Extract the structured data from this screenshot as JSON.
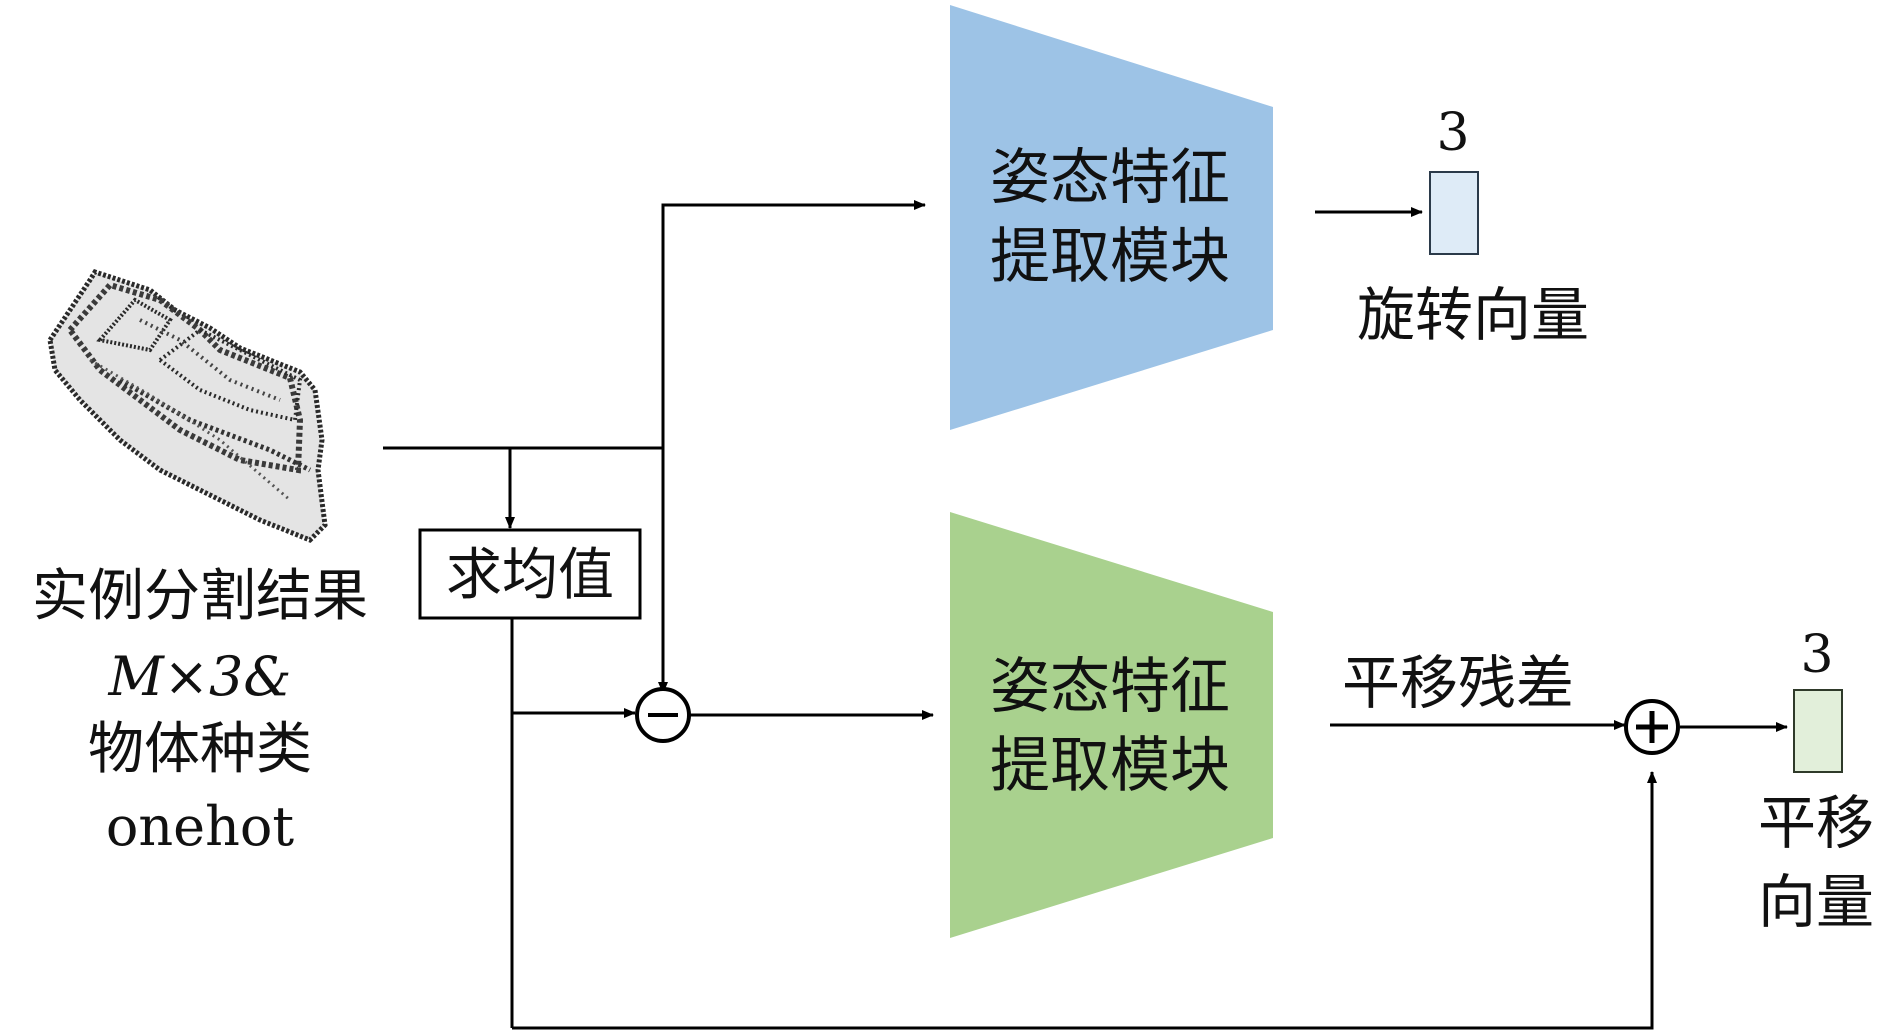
{
  "input": {
    "label_line1": "实例分割结果",
    "label_line2": "M×3&",
    "label_line3": "物体种类",
    "label_line4": "onehot"
  },
  "mean_box": {
    "label": "求均值"
  },
  "top_module": {
    "label_line1": "姿态特征",
    "label_line2": "提取模块",
    "color": "#9dc3e6"
  },
  "bottom_module": {
    "label_line1": "姿态特征",
    "label_line2": "提取模块",
    "color": "#a9d18e"
  },
  "rotation_output": {
    "dim": "3",
    "label": "旋转向量",
    "color": "#deebf7"
  },
  "residual": {
    "label": "平移残差"
  },
  "translation_output": {
    "dim": "3",
    "label_line1": "平移",
    "label_line2": "向量",
    "color": "#e2efda"
  },
  "operators": {
    "minus": "−",
    "plus": "+"
  }
}
